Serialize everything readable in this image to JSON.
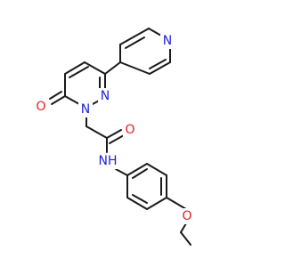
{
  "colors": {
    "bond": "#1a1a1a",
    "nitrogen": "#1f1fd9",
    "oxygen": "#e01f1f"
  },
  "atoms": {
    "pyridine_n": "N",
    "ring_n2": "N",
    "ring_n1": "N",
    "carbonyl_o_ring": "O",
    "amide_o": "O",
    "amide_nh": "NH",
    "ether_o": "O"
  }
}
